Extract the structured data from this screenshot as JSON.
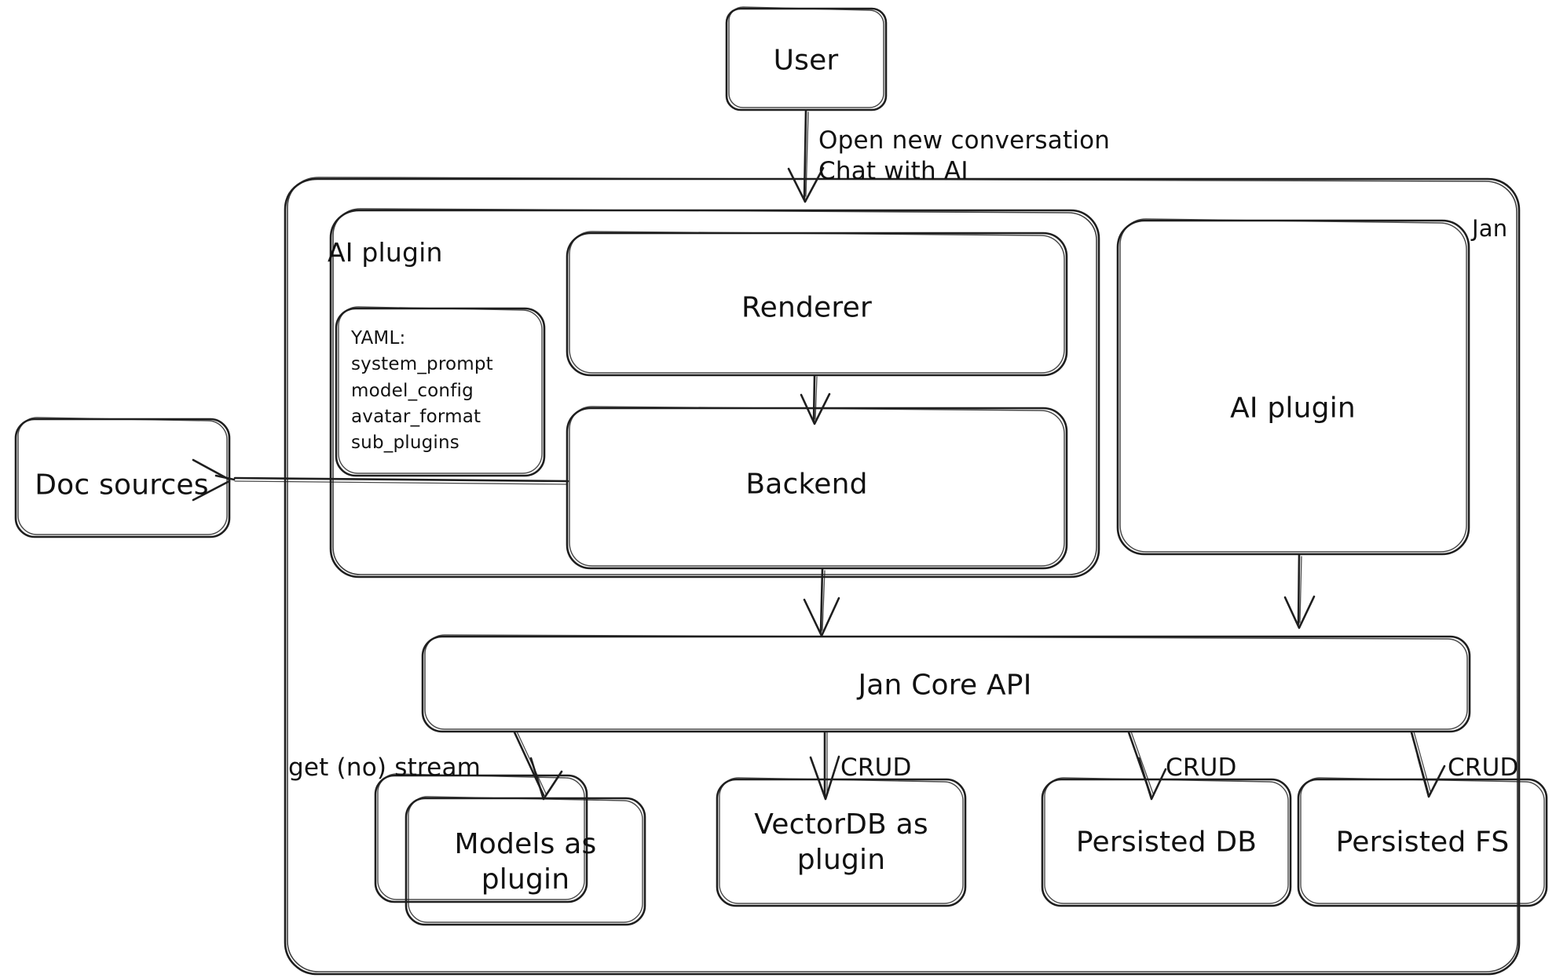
{
  "diagram": {
    "title": "Jan architecture diagram",
    "style": "hand-drawn sketch",
    "stroke_color": "#1e1e1e",
    "fill_color": "#ffffff",
    "background": "#ffffff"
  },
  "nodes": {
    "user": {
      "label": "User"
    },
    "outer_container": {
      "label": "Jan"
    },
    "ai_plugin_group": {
      "label": "AI plugin"
    },
    "yaml_card": {
      "lines": [
        "YAML:",
        "system_prompt",
        "model_config",
        "avatar_format",
        "sub_plugins"
      ],
      "text": "YAML:\nsystem_prompt\nmodel_config\navatar_format\nsub_plugins"
    },
    "renderer": {
      "label": "Renderer"
    },
    "backend": {
      "label": "Backend"
    },
    "ai_plugin_box": {
      "label": "AI plugin"
    },
    "jan_core_api": {
      "label": "Jan Core API"
    },
    "doc_sources": {
      "label": "Doc sources"
    },
    "models_plugin": {
      "label": "Models as\nplugin"
    },
    "vectordb_plugin": {
      "label": "VectorDB as\nplugin"
    },
    "persisted_db": {
      "label": "Persisted DB"
    },
    "persisted_fs": {
      "label": "Persisted FS"
    }
  },
  "edges": {
    "user_to_renderer": {
      "label": "Open new conversation\nChat with AI"
    },
    "renderer_to_backend": {
      "label": ""
    },
    "backend_to_doc_sources": {
      "label": ""
    },
    "backend_to_core": {
      "label": ""
    },
    "ai_plugin_to_core": {
      "label": ""
    },
    "core_to_models": {
      "label": "get (no) stream"
    },
    "core_to_vectordb": {
      "label": "CRUD"
    },
    "core_to_persisted_db": {
      "label": "CRUD"
    },
    "core_to_persisted_fs": {
      "label": "CRUD"
    }
  }
}
